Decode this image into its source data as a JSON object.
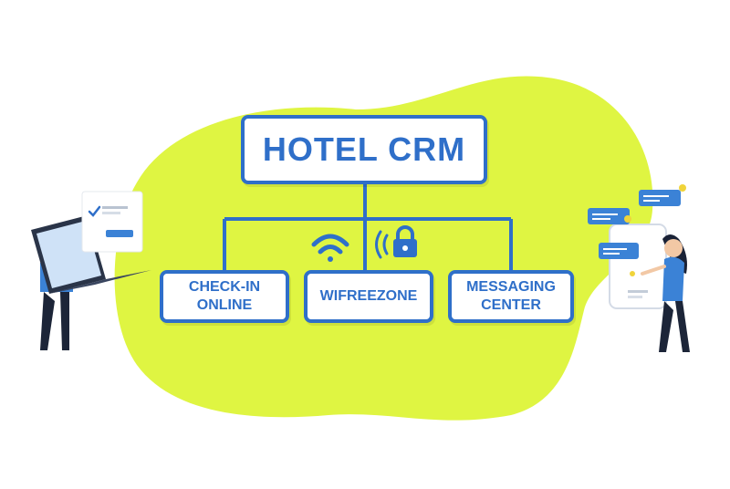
{
  "diagram": {
    "root": {
      "label": "HOTEL CRM"
    },
    "nodes": [
      {
        "id": "check-in",
        "lines": [
          "CHECK-IN",
          "ONLINE"
        ]
      },
      {
        "id": "wifreezone",
        "lines": [
          "WIFREEZONE"
        ]
      },
      {
        "id": "messaging",
        "lines": [
          "MESSAGING",
          "CENTER"
        ]
      }
    ],
    "icons": [
      "wifi-icon",
      "wireless-lock-icon",
      "laptop-icon",
      "smartphone-icon",
      "person-man-icon",
      "person-woman-icon",
      "chat-bubble-icon",
      "checkmark-icon"
    ]
  },
  "colors": {
    "blob": "#dff542",
    "primary": "#2f6fc9",
    "connector": "#2f6fc9",
    "bubble": "#3b82d6",
    "accent_dot": "#f0d43a"
  }
}
